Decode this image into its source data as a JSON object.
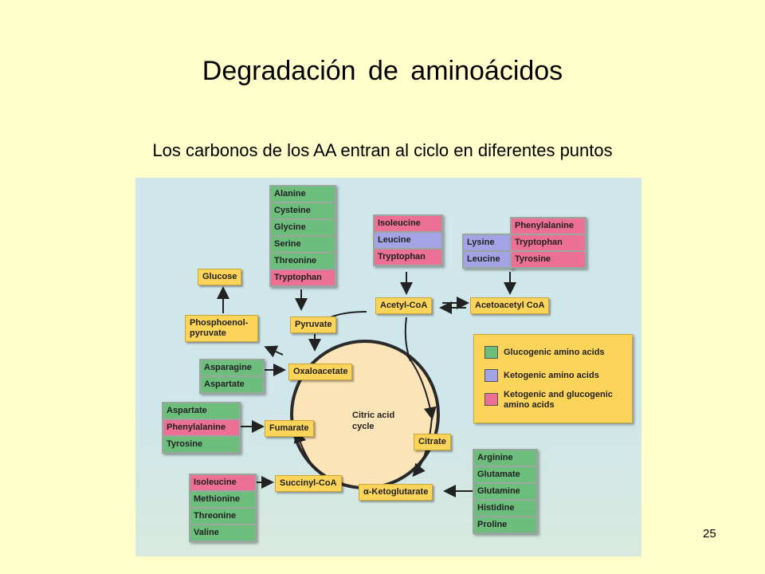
{
  "slide": {
    "title": "Degradación de aminoácidos",
    "subtitle": "Los carbonos de los AA entran al ciclo en diferentes puntos",
    "page_number": "25"
  },
  "diagram": {
    "cycle_label": "Citric acid cycle",
    "intermediates": {
      "glucose": "Glucose",
      "pep": "Phosphoenol-pyruvate",
      "pyruvate": "Pyruvate",
      "acetyl_coa": "Acetyl-CoA",
      "acetoacetyl_coa": "Acetoacetyl CoA",
      "oxaloacetate": "Oxaloacetate",
      "fumarate": "Fumarate",
      "citrate": "Citrate",
      "succinyl_coa": "Succinyl-CoA",
      "ketoglutarate": "α-Ketoglutarate"
    },
    "groups": {
      "pyruvate_group": [
        {
          "name": "Alanine",
          "type": "glucogenic"
        },
        {
          "name": "Cysteine",
          "type": "glucogenic"
        },
        {
          "name": "Glycine",
          "type": "glucogenic"
        },
        {
          "name": "Serine",
          "type": "glucogenic"
        },
        {
          "name": "Threonine",
          "type": "glucogenic"
        },
        {
          "name": "Tryptophan",
          "type": "both"
        }
      ],
      "acetyl_group": [
        {
          "name": "Isoleucine",
          "type": "both"
        },
        {
          "name": "Leucine",
          "type": "ketogenic"
        },
        {
          "name": "Tryptophan",
          "type": "both"
        }
      ],
      "acetoacetyl_left": [
        {
          "name": "Lysine",
          "type": "ketogenic"
        },
        {
          "name": "Leucine",
          "type": "ketogenic"
        }
      ],
      "acetoacetyl_right": [
        {
          "name": "Phenylalanine",
          "type": "both"
        },
        {
          "name": "Tryptophan",
          "type": "both"
        },
        {
          "name": "Tyrosine",
          "type": "both"
        }
      ],
      "oxaloacetate_group": [
        {
          "name": "Asparagine",
          "type": "glucogenic"
        },
        {
          "name": "Aspartate",
          "type": "glucogenic"
        }
      ],
      "fumarate_group": [
        {
          "name": "Aspartate",
          "type": "glucogenic"
        },
        {
          "name": "Phenylalanine",
          "type": "both"
        },
        {
          "name": "Tyrosine",
          "type": "glucogenic"
        }
      ],
      "succinyl_group": [
        {
          "name": "Isoleucine",
          "type": "both"
        },
        {
          "name": "Methionine",
          "type": "glucogenic"
        },
        {
          "name": "Threonine",
          "type": "glucogenic"
        },
        {
          "name": "Valine",
          "type": "glucogenic"
        }
      ],
      "ketoglutarate_group": [
        {
          "name": "Arginine",
          "type": "glucogenic"
        },
        {
          "name": "Glutamate",
          "type": "glucogenic"
        },
        {
          "name": "Glutamine",
          "type": "glucogenic"
        },
        {
          "name": "Histidine",
          "type": "glucogenic"
        },
        {
          "name": "Proline",
          "type": "glucogenic"
        }
      ]
    },
    "legend": {
      "glucogenic": "Glucogenic amino acids",
      "ketogenic": "Ketogenic amino acids",
      "both": "Ketogenic and glucogenic amino acids"
    },
    "colors": {
      "glucogenic": "#6dbd7c",
      "ketogenic": "#a3a3e6",
      "both": "#ec6f95",
      "intermediate_box": "#fcd45a",
      "cycle_fill": "#fbe5b8",
      "slide_background": "#ffffcc"
    }
  }
}
